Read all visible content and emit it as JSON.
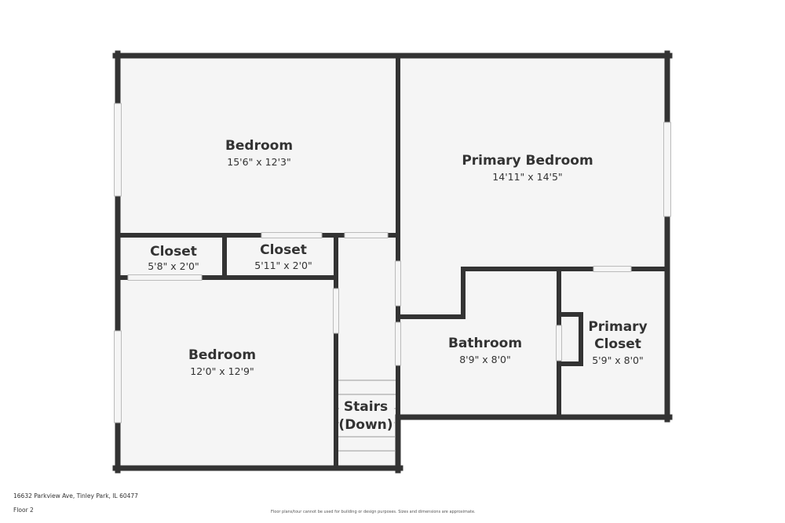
{
  "rooms": {
    "bedroom_upper": {
      "name": "Bedroom",
      "dimensions": "15'6\" x 12'3\""
    },
    "primary_bedroom": {
      "name": "Primary Bedroom",
      "dimensions": "14'11\" x 14'5\""
    },
    "closet_left": {
      "name": "Closet",
      "dimensions": "5'8\" x 2'0\""
    },
    "closet_right": {
      "name": "Closet",
      "dimensions": "5'11\" x 2'0\""
    },
    "bedroom_lower": {
      "name": "Bedroom",
      "dimensions": "12'0\" x 12'9\""
    },
    "bathroom": {
      "name": "Bathroom",
      "dimensions": "8'9\" x 8'0\""
    },
    "primary_closet": {
      "name_line1": "Primary",
      "name_line2": "Closet",
      "dimensions": "5'9\" x 8'0\""
    },
    "stairs": {
      "name_line1": "Stairs",
      "name_line2": "(Down)"
    }
  },
  "footer": {
    "address": "16632 Parkview Ave, Tinley Park, IL 60477",
    "floor": "Floor 2",
    "disclaimer": "Floor plans/tour cannot be used for building or design purposes. Sizes and dimensions are approximate."
  },
  "colors": {
    "wall": "#333333",
    "floor": "#f5f5f5",
    "text": "#333333",
    "background": "#ffffff"
  }
}
